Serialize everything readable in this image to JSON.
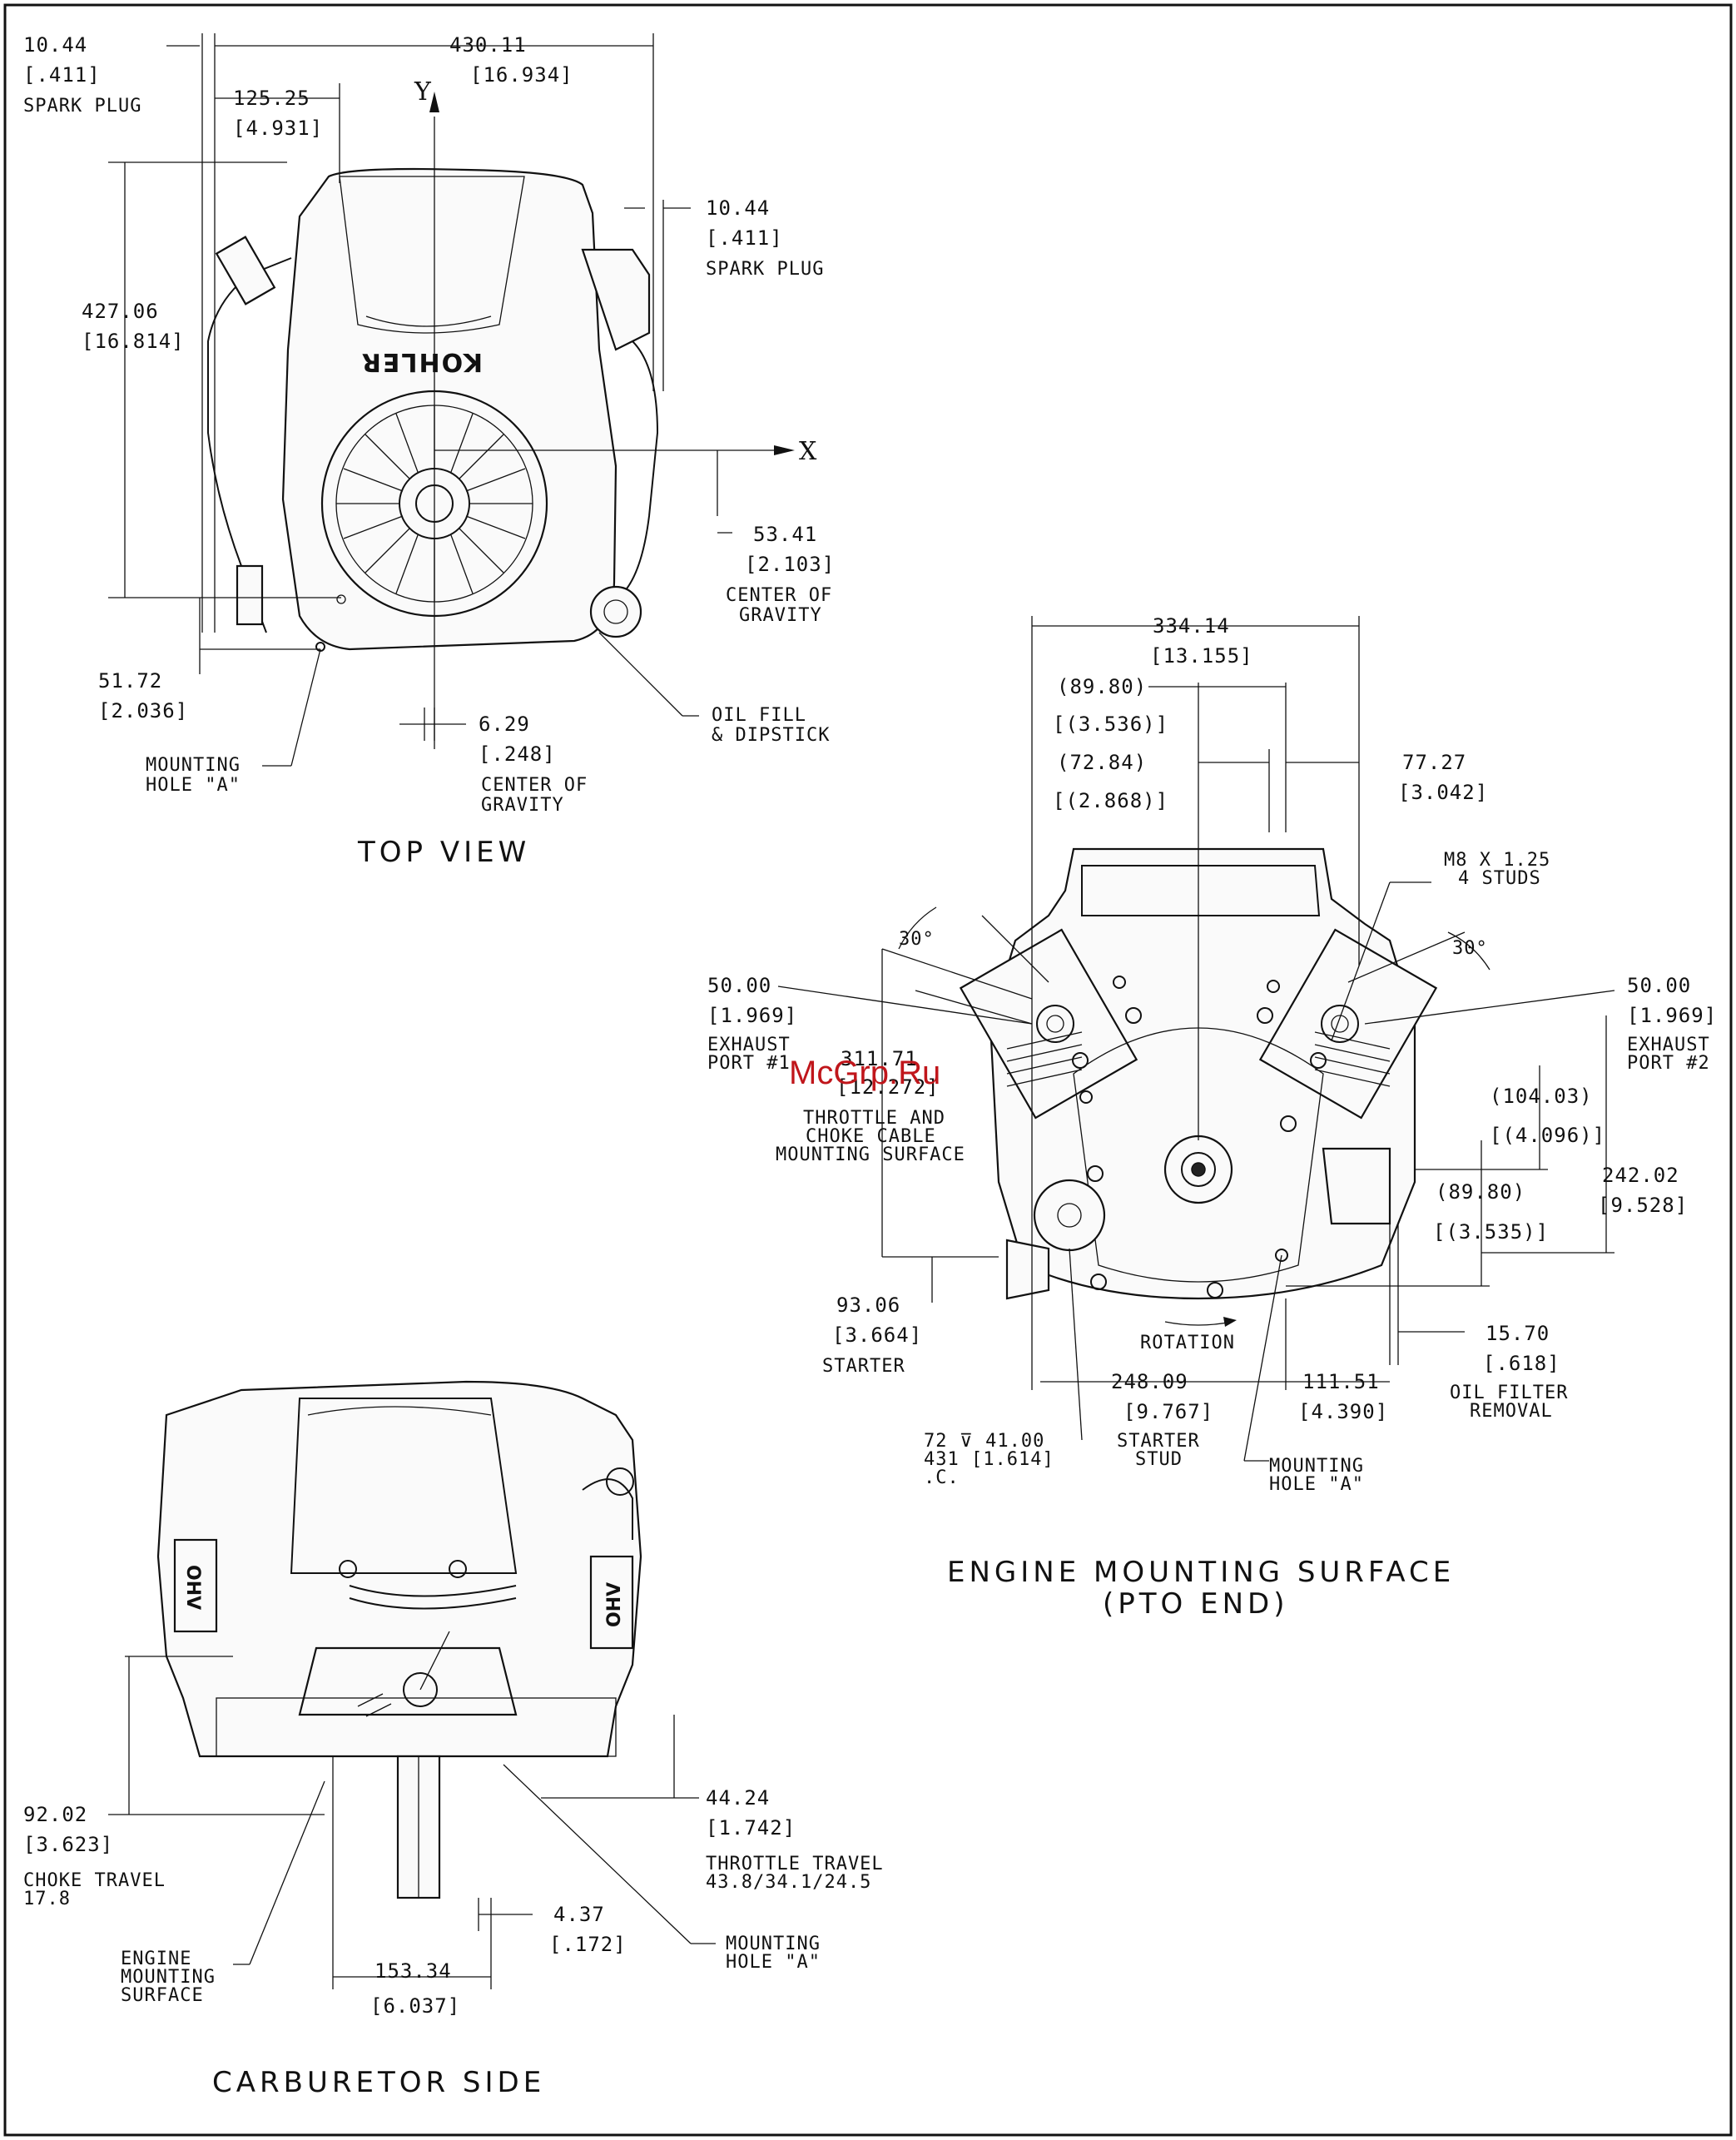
{
  "top_view": {
    "title": "TOP VIEW",
    "axis_y": "Y",
    "axis_x": "X",
    "logo": "KOHLER",
    "spark_plug_left": {
      "mm": "10.44",
      "in": "[.411]",
      "label": "SPARK PLUG"
    },
    "overall_width": {
      "mm": "430.11",
      "in": "[16.934]"
    },
    "offset_125": {
      "mm": "125.25",
      "in": "[4.931]"
    },
    "spark_plug_right": {
      "mm": "10.44",
      "in": "[.411]",
      "label": "SPARK PLUG"
    },
    "overall_depth": {
      "mm": "427.06",
      "in": "[16.814]"
    },
    "cg_y": {
      "mm": "53.41",
      "in": "[2.103]",
      "label_1": "CENTER OF",
      "label_2": "GRAVITY"
    },
    "hole_offset": {
      "mm": "51.72",
      "in": "[2.036]"
    },
    "cg_x": {
      "mm": "6.29",
      "in": "[.248]",
      "label_1": "CENTER OF",
      "label_2": "GRAVITY"
    },
    "mounting_hole": {
      "label_1": "MOUNTING",
      "label_2": "HOLE \"A\""
    },
    "oil_fill": {
      "label_1": "OIL FILL",
      "label_2": "& DIPSTICK"
    }
  },
  "mounting_view": {
    "title_1": "ENGINE MOUNTING SURFACE",
    "title_2": "(PTO END)",
    "overall_width": {
      "mm": "334.14",
      "in": "[13.155]"
    },
    "d_89_80": {
      "mm": "(89.80)",
      "in": "[(3.536)]"
    },
    "d_72_84": {
      "mm": "(72.84)",
      "in": "[(2.868)]"
    },
    "d_77_27": {
      "mm": "77.27",
      "in": "[3.042]"
    },
    "studs": {
      "line_1": "M8 X 1.25",
      "line_2": "4 STUDS"
    },
    "angle_left": "30°",
    "angle_right": "30°",
    "exhaust_1": {
      "mm": "50.00",
      "in": "[1.969]",
      "label_1": "EXHAUST",
      "label_2": "PORT #1"
    },
    "exhaust_2": {
      "mm": "50.00",
      "in": "[1.969]",
      "label_1": "EXHAUST",
      "label_2": "PORT #2"
    },
    "throttle_cable": {
      "mm": "311.71",
      "in": "[12.272]",
      "label_1": "THROTTLE AND",
      "label_2": "CHOKE CABLE",
      "label_3": "MOUNTING SURFACE"
    },
    "d_104_03": {
      "mm": "(104.03)",
      "in": "[(4.096)]"
    },
    "d_242_02": {
      "mm": "242.02",
      "in": "[9.528]"
    },
    "d_89_80_b": {
      "mm": "(89.80)",
      "in": "[(3.535)]"
    },
    "starter_93": {
      "mm": "93.06",
      "in": "[3.664]",
      "label": "STARTER"
    },
    "rotation": "ROTATION",
    "d_15_70": {
      "mm": "15.70",
      "in": "[.618]",
      "label_1": "OIL FILTER",
      "label_2": "REMOVAL"
    },
    "starter_stud": {
      "mm": "248.09",
      "in": "[9.767]",
      "label_1": "STARTER",
      "label_2": "STUD"
    },
    "d_111_51": {
      "mm": "111.51",
      "in": "[4.390]"
    },
    "bolt_circle": {
      "line_1": "72 ⊽ 41.00",
      "line_2": "431 [1.614]",
      "line_3": ".C."
    },
    "mounting_hole": {
      "label_1": "MOUNTING",
      "label_2": "HOLE \"A\""
    },
    "watermark": "McGrp.Ru"
  },
  "carb_view": {
    "title": "CARBURETOR SIDE",
    "ohv_label": "OHV",
    "choke": {
      "mm": "92.02",
      "in": "[3.623]",
      "label_1": "CHOKE TRAVEL",
      "label_2": "17.8"
    },
    "throttle": {
      "mm": "44.24",
      "in": "[1.742]",
      "label_1": "THROTTLE TRAVEL",
      "label_2": "43.8/34.1/24.5"
    },
    "d_4_37": {
      "mm": "4.37",
      "in": "[.172]"
    },
    "d_153_34": {
      "mm": "153.34",
      "in": "[6.037]"
    },
    "mount_surface": {
      "label_1": "ENGINE",
      "label_2": "MOUNTING",
      "label_3": "SURFACE"
    },
    "mounting_hole": {
      "label_1": "MOUNTING",
      "label_2": "HOLE \"A\""
    }
  }
}
